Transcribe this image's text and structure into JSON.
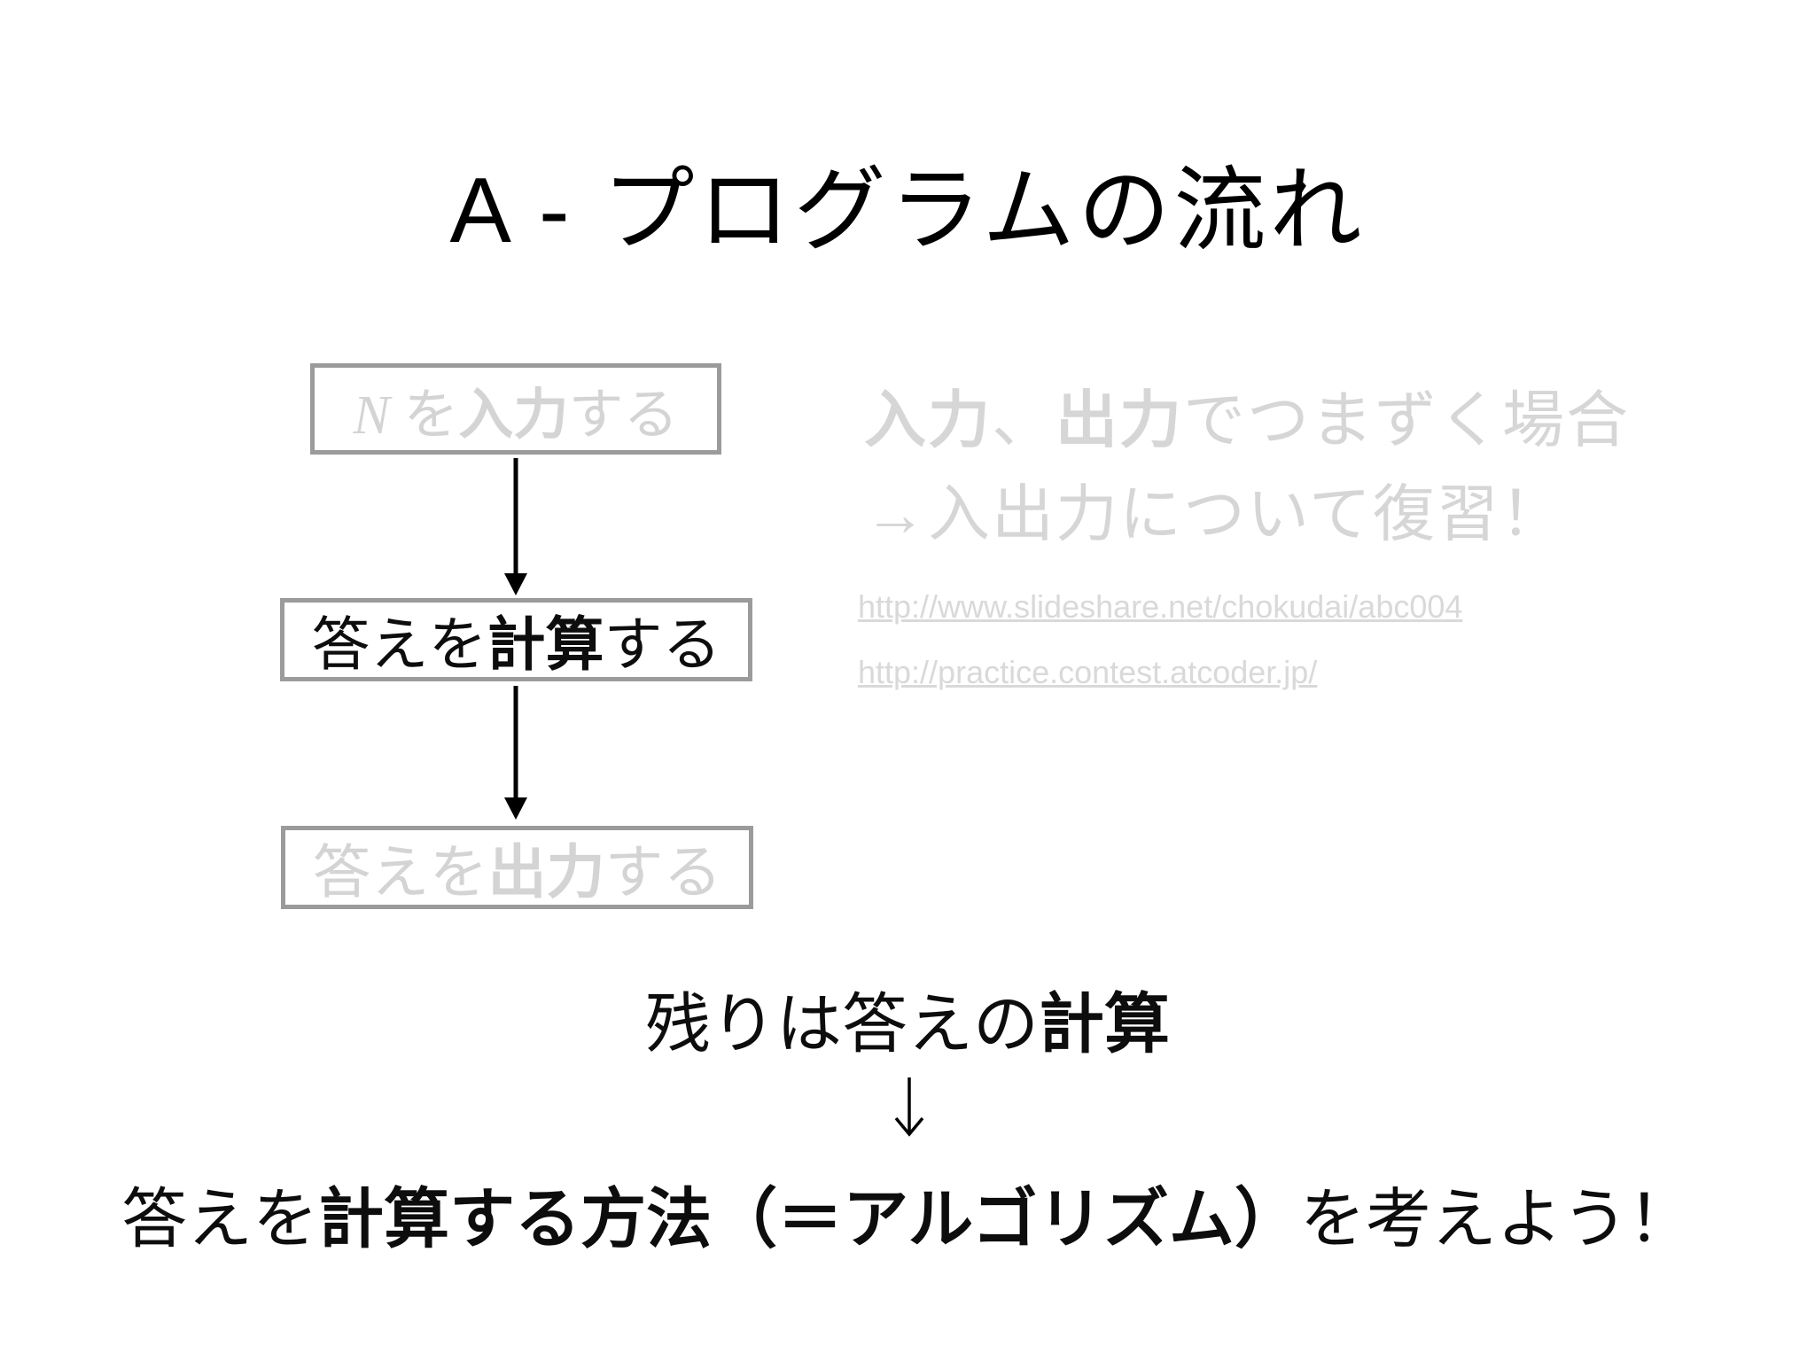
{
  "slide": {
    "title": "A - プログラムの流れ",
    "flowchart": {
      "boxes": [
        {
          "id": "input",
          "state": "faded",
          "segments": [
            {
              "text": "N "
            },
            {
              "text": "を"
            },
            {
              "text": "入力"
            },
            {
              "text": "する"
            }
          ]
        },
        {
          "id": "compute",
          "state": "active",
          "segments": [
            {
              "text": "答えを"
            },
            {
              "text": "計算"
            },
            {
              "text": "する"
            }
          ]
        },
        {
          "id": "output",
          "state": "faded",
          "segments": [
            {
              "text": "答えを"
            },
            {
              "text": "出力"
            },
            {
              "text": "する"
            }
          ]
        }
      ]
    },
    "note": {
      "line1": [
        {
          "text": "入力"
        },
        {
          "text": "、"
        },
        {
          "text": "出力"
        },
        {
          "text": "でつまずく場合"
        }
      ],
      "line2": "→入出力について復習！",
      "links": [
        "http://www.slideshare.net/chokudai/abc004",
        "http://practice.contest.atcoder.jp/"
      ]
    },
    "conclusion": {
      "line1": [
        {
          "text": "残りは答えの"
        },
        {
          "text": "計算"
        }
      ],
      "arrow": "↓",
      "line2": [
        {
          "text": "答えを"
        },
        {
          "text": "計算する方法（＝アルゴリズム）"
        },
        {
          "text": "を考えよう！"
        }
      ]
    },
    "colors": {
      "background": "#ffffff",
      "text": "#000000",
      "faded_text": "#d4d4d4",
      "box_border": "#9b9b9b",
      "link": "#d9d9d9"
    }
  }
}
